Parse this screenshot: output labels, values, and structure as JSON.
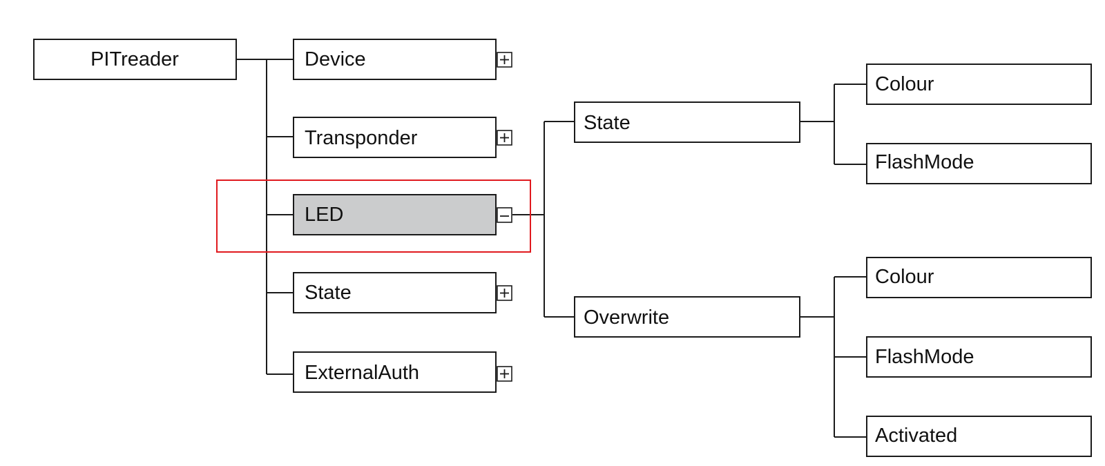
{
  "tree": {
    "root": {
      "label": "PITreader"
    },
    "children": [
      {
        "label": "Device",
        "toggle": "+"
      },
      {
        "label": "Transponder",
        "toggle": "+"
      },
      {
        "label": "LED",
        "toggle": "−",
        "selected": true
      },
      {
        "label": "State",
        "toggle": "+"
      },
      {
        "label": "ExternalAuth",
        "toggle": "+"
      }
    ],
    "led_children": [
      {
        "label": "State",
        "children": [
          {
            "label": "Colour"
          },
          {
            "label": "FlashMode"
          }
        ]
      },
      {
        "label": "Overwrite",
        "children": [
          {
            "label": "Colour"
          },
          {
            "label": "FlashMode"
          },
          {
            "label": "Activated"
          }
        ]
      }
    ]
  },
  "colors": {
    "selected_fill": "#cbcccd",
    "highlight": "#e0191e",
    "line": "#1a1a1a"
  },
  "icons": {
    "expand": "plus-icon",
    "collapse": "minus-icon"
  }
}
